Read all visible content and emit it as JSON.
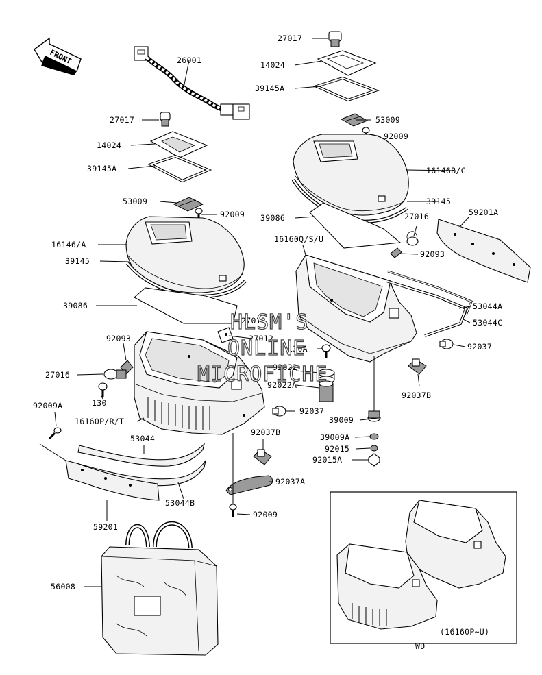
{
  "front_label": "FRONT",
  "watermark": [
    "HLSM'S",
    "ONLINE",
    "MICROFICHE"
  ],
  "labels": {
    "p27017_top": "27017",
    "p26001": "26001",
    "p14024_top": "14024",
    "p39145a_top": "39145A",
    "p53009_right": "53009",
    "p92009_right": "92009",
    "p27017_left": "27017",
    "p14024_left": "14024",
    "p39145a_left": "39145A",
    "p16146bc": "16146B/C",
    "p39145_right": "39145",
    "p53009_left": "53009",
    "p92009_left": "92009",
    "p39086_right": "39086",
    "p59201a": "59201A",
    "p27016_right": "27016",
    "p16160qsu": "16160Q/S/U",
    "p16146a": "16146/A",
    "p92093_right": "92093",
    "p39145_left": "39145",
    "p39086_left": "39086",
    "p53044a": "53044A",
    "p53044c": "53044C",
    "p27012a": "27012",
    "p27012b": "27012",
    "p92093_left": "92093",
    "p130a": "130A",
    "p92037_right": "92037",
    "p92022": "92022",
    "p92022a": "92022A",
    "p27016_left": "27016",
    "p130": "130",
    "p92037b_right": "92037B",
    "p92009a": "92009A",
    "p92037_mid": "92037",
    "p16160prt": "16160P/R/T",
    "p39009": "39009",
    "p92037b_mid": "92037B",
    "p39009a": "39009A",
    "p53044": "53044",
    "p92015": "92015",
    "p92015a": "92015A",
    "p92037a": "92037A",
    "p53044b": "53044B",
    "p92009_bottom": "92009",
    "p59201": "59201",
    "p56008": "56008"
  },
  "inset": {
    "range_label": "(16160P~U)",
    "caption": "WD"
  }
}
